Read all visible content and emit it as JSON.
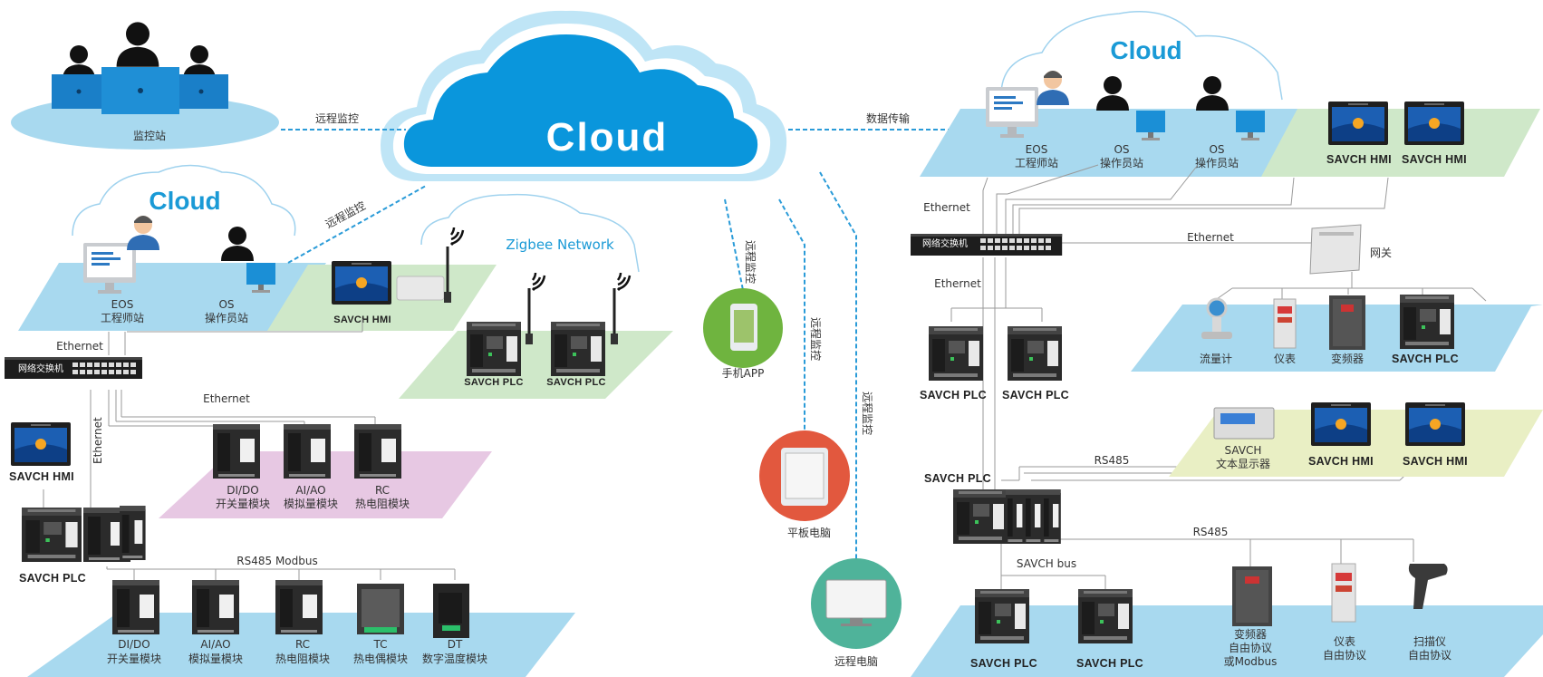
{
  "main_cloud": {
    "title": "Cloud"
  },
  "left": {
    "monitor_station": "监控站",
    "remote_monitor_1": "远程监控",
    "remote_monitor_2": "远程监控",
    "cloud_title": "Cloud",
    "eos_line1": "EOS",
    "eos_line2": "工程师站",
    "os_line1": "OS",
    "os_line2": "操作员站",
    "hmi_label": "SAVCH HMI",
    "switch_label": "网络交换机",
    "ethernet_1": "Ethernet",
    "ethernet_2": "Ethernet",
    "ethernet_vertical": "Ethernet",
    "zigbee_title": "Zigbee Network",
    "zigbee_plc_1": "SAVCH PLC",
    "zigbee_plc_2": "SAVCH PLC",
    "standalone_hmi": "SAVCH HMI",
    "main_plc": "SAVCH PLC",
    "modules_upper": [
      {
        "line1": "DI/DO",
        "line2": "开关量模块"
      },
      {
        "line1": "AI/AO",
        "line2": "模拟量模块"
      },
      {
        "line1": "RC",
        "line2": "热电阻模块"
      }
    ],
    "rs485_modbus": "RS485   Modbus",
    "modules_lower": [
      {
        "line1": "DI/DO",
        "line2": "开关量模块"
      },
      {
        "line1": "AI/AO",
        "line2": "模拟量模块"
      },
      {
        "line1": "RC",
        "line2": "热电阻模块"
      },
      {
        "line1": "TC",
        "line2": "热电偶模块"
      },
      {
        "line1": "DT",
        "line2": "数字温度模块"
      }
    ]
  },
  "center": {
    "remote_monitor_a": "远程监控",
    "remote_monitor_b": "远程监控",
    "remote_monitor_c": "远程监控",
    "phone_app": "手机APP",
    "tablet": "平板电脑",
    "remote_pc": "远程电脑",
    "data_transfer": "数据传输"
  },
  "right": {
    "cloud_title": "Cloud",
    "eos_line1": "EOS",
    "eos_line2": "工程师站",
    "os1_line1": "OS",
    "os1_line2": "操作员站",
    "os2_line1": "OS",
    "os2_line2": "操作员站",
    "hmi_top_1": "SAVCH HMI",
    "hmi_top_2": "SAVCH HMI",
    "ethernet_1": "Ethernet",
    "switch_label": "网络交换机",
    "ethernet_2": "Ethernet",
    "ethernet_3": "Ethernet",
    "gateway": "网关",
    "flowmeter": "流量计",
    "meter": "仪表",
    "inverter": "变频器",
    "plc_gateway": "SAVCH PLC",
    "plc_eth_1": "SAVCH PLC",
    "plc_eth_2": "SAVCH PLC",
    "text_display_line1": "SAVCH",
    "text_display_line2": "文本显示器",
    "hmi_mid_1": "SAVCH HMI",
    "hmi_mid_2": "SAVCH HMI",
    "rs485_1": "RS485",
    "main_plc": "SAVCH PLC",
    "rs485_2": "RS485",
    "savch_bus": "SAVCH bus",
    "plc_bus_1": "SAVCH PLC",
    "plc_bus_2": "SAVCH PLC",
    "inv_free_1": "变频器",
    "inv_free_2": "自由协议",
    "inv_free_3": "或Modbus",
    "meter_free_1": "仪表",
    "meter_free_2": "自由协议",
    "scanner_1": "扫描仪",
    "scanner_2": "自由协议"
  },
  "colors": {
    "cloud_blue": "#0a96dc",
    "cloud_outline": "#8fcfee",
    "platform_blue": "#a8d9ef",
    "platform_green": "#cfe8c9",
    "platform_pink": "#e7c8e3",
    "platform_yellow": "#e9efc4",
    "dashed_line": "#2a9bd8",
    "phone_circle": "#6fb43f",
    "tablet_circle": "#e2583e",
    "pc_circle": "#4fb39a"
  },
  "icons": [
    "person-icon",
    "laptop-icon",
    "monitor-icon",
    "plc-icon",
    "hmi-icon",
    "switch-icon",
    "antenna-icon",
    "wifi-icon",
    "gateway-icon",
    "flowmeter-icon",
    "meter-icon",
    "inverter-icon",
    "scanner-icon",
    "phone-icon",
    "tablet-icon",
    "pc-icon"
  ]
}
